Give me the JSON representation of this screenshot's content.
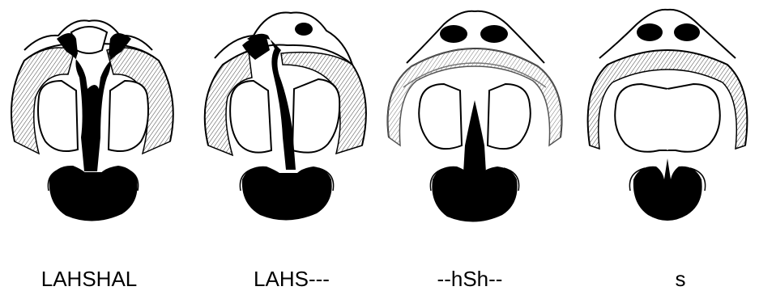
{
  "labels": {
    "p1": "LAHSHAL",
    "p2": "LAHS---",
    "p3": "--hSh--",
    "p4": "s"
  }
}
